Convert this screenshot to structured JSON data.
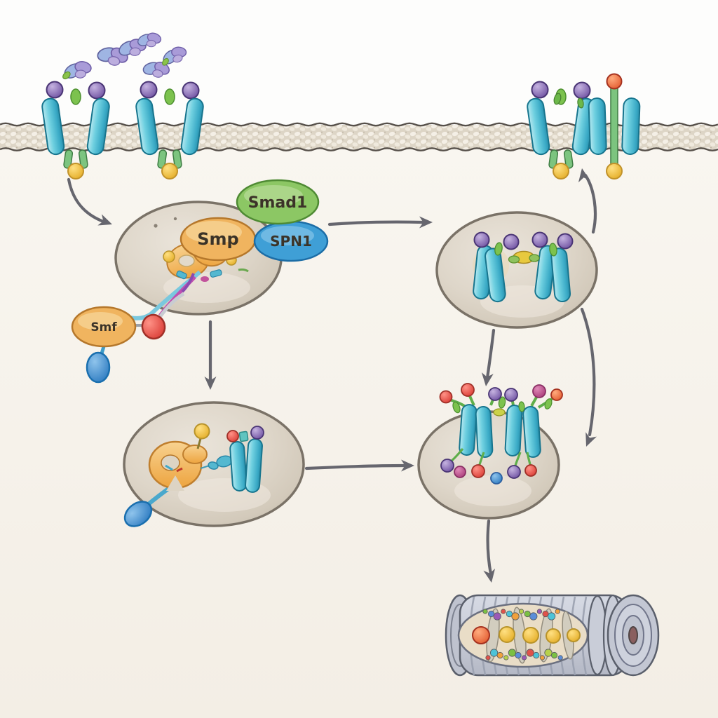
{
  "labels": {
    "green_protein": "Smad1",
    "orange_protein": "Smp",
    "blue_protein": "SPN1",
    "adaptor_protein": "Smf"
  },
  "colors": {
    "background_top": "#fdfdfc",
    "background_bottom": "#f4efe7",
    "membrane_base": "#ddd5c6",
    "membrane_pebble": "#f4efe6",
    "membrane_edge": "#57514b",
    "arrow": "#66666e",
    "receptor_cyan": "#49b9d6",
    "receptor_outline": "#17758e",
    "vesicle_fill": "#d8cfc1",
    "vesicle_outline": "#7a7267",
    "ligand_lavender": "#a99bd8",
    "ligand_periwinkle": "#9fb5e3",
    "accent_green": "#7cc24e",
    "ball_purple": "#7b55a8",
    "ball_yellow": "#f0c23c",
    "ball_red": "#e8584a",
    "ball_magenta": "#c2539c",
    "ball_blue": "#3e8fd0",
    "label_green_fill": "#8cc764",
    "label_blue_fill": "#3f9fd6",
    "label_orange_fill": "#f0b45f",
    "label_text": "#3b3328",
    "proteasome_body": "#c9cdd8",
    "proteasome_window": "#e9ddc7"
  }
}
